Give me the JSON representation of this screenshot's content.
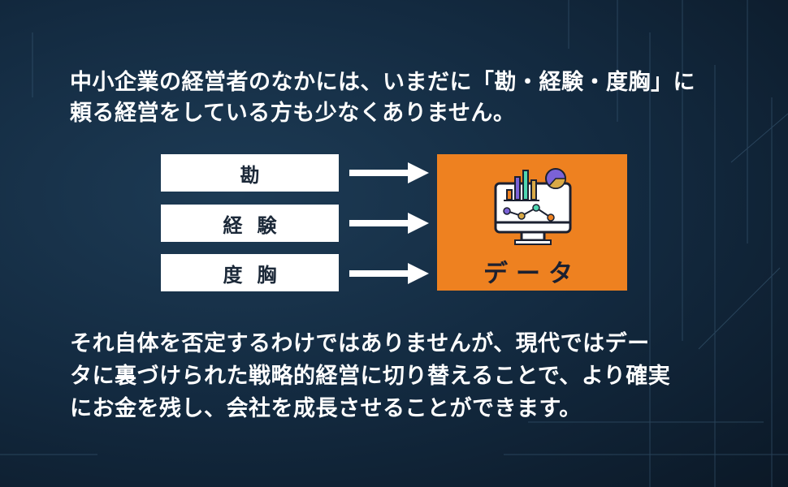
{
  "intro": {
    "line1": "中小企業の経営者のなかには、いまだに「勘・経験・度胸」に",
    "line2": "頼る経営をしている方も少なくありません。"
  },
  "inputs": [
    "勘",
    "経験",
    "度胸"
  ],
  "output": {
    "label": "データ",
    "icon": "monitor-chart-icon",
    "color": "#ee8120"
  },
  "conclusion": {
    "line1": "それ自体を否定するわけではありませんが、現代ではデー",
    "line2": "タに裏づけられた戦略的経営に切り替えることで、より確実",
    "line3": "にお金を残し、会社を成長させることができます。"
  }
}
